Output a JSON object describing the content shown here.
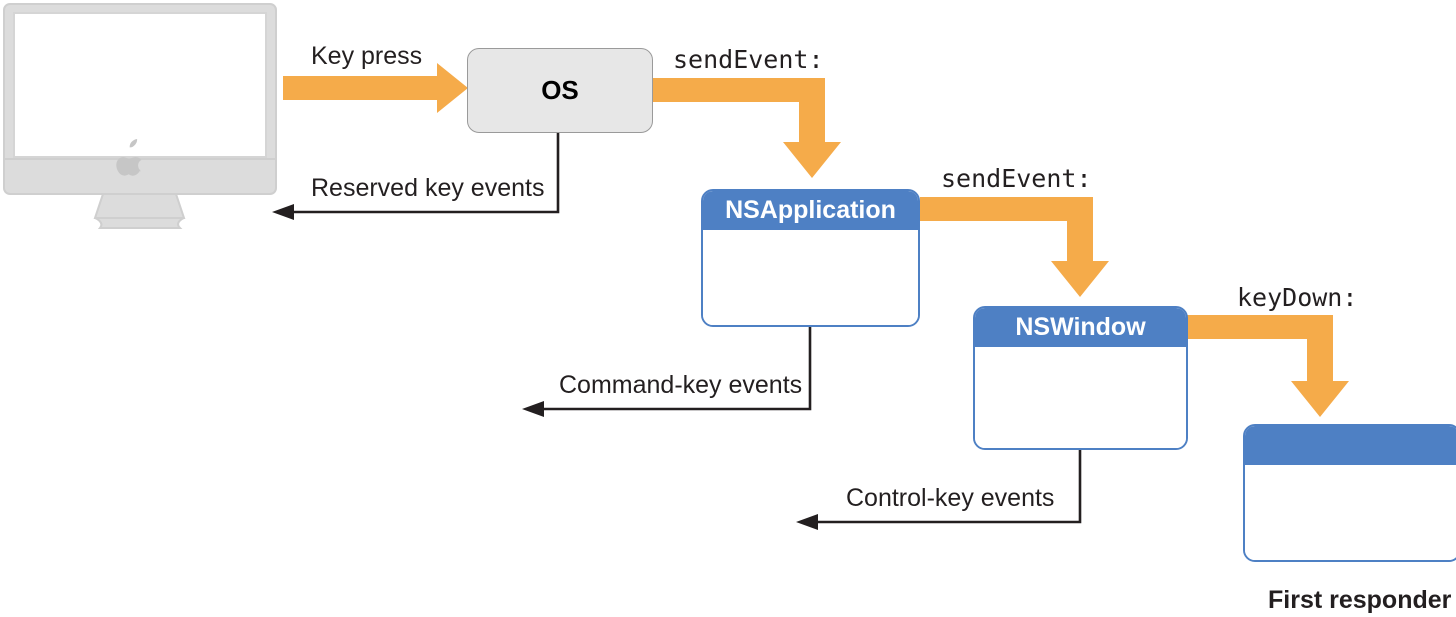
{
  "diagram": {
    "title": "macOS key event routing / responder chain",
    "colors": {
      "orange": "#F5AB4A",
      "blue": "#4E80C4",
      "os_fill": "#E7E7E7",
      "os_stroke": "#9A9A9A",
      "black": "#231F20",
      "imac_body": "#DCDCDC",
      "imac_edge": "#CBCBCB"
    },
    "nodes": [
      {
        "id": "imac",
        "kind": "imac-illustration",
        "label": ""
      },
      {
        "id": "os",
        "kind": "rounded-gray-box",
        "label": "OS"
      },
      {
        "id": "nsapplication",
        "kind": "blue-header-box",
        "label": "NSApplication"
      },
      {
        "id": "nswindow",
        "kind": "blue-header-box",
        "label": "NSWindow"
      },
      {
        "id": "firstresponder",
        "kind": "blue-header-box",
        "label": "",
        "caption": "First responder"
      }
    ],
    "orange_arrows": [
      {
        "id": "key-press",
        "label": "Key press",
        "from": "imac",
        "to": "os",
        "style": "sans"
      },
      {
        "id": "sendevent-app",
        "label": "sendEvent:",
        "from": "os",
        "to": "nsapplication",
        "style": "mono"
      },
      {
        "id": "sendevent-window",
        "label": "sendEvent:",
        "from": "nsapplication",
        "to": "nswindow",
        "style": "mono"
      },
      {
        "id": "keydown-responder",
        "label": "keyDown:",
        "from": "nswindow",
        "to": "firstresponder",
        "style": "mono"
      }
    ],
    "black_arrows": [
      {
        "id": "reserved-key-events",
        "label": "Reserved key events",
        "from": "os",
        "to": "imac"
      },
      {
        "id": "command-key-events",
        "label": "Command-key events",
        "from": "nsapplication",
        "to": "left"
      },
      {
        "id": "control-key-events",
        "label": "Control-key events",
        "from": "nswindow",
        "to": "left"
      }
    ],
    "captions": {
      "first_responder": "First responder"
    },
    "labels": {
      "key_press": "Key press",
      "send_event_1": "sendEvent:",
      "send_event_2": "sendEvent:",
      "key_down": "keyDown:",
      "reserved_key_events": "Reserved key events",
      "command_key_events": "Command-key events",
      "control_key_events": "Control-key events",
      "os": "OS",
      "nsapplication": "NSApplication",
      "nswindow": "NSWindow"
    }
  }
}
